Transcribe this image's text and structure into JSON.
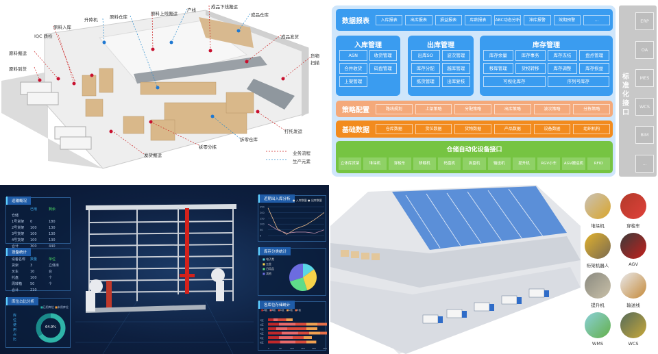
{
  "warehouse_map": {
    "labels": {
      "lift": "升降机",
      "raw_warehouse": "原料仓库",
      "raw_to_line": "原料上线搬运",
      "production_line": "产线",
      "finished_offline": "成品下线搬运",
      "finished_warehouse": "成品仓库",
      "raw_inbound": "原料入库",
      "iqc": "IQC 质检",
      "raw_handling": "原料搬运",
      "raw_arrival": "原料到货",
      "finished_shipping": "成品发货",
      "goods_scan": "货物扫描",
      "pallet_ship": "打托发运",
      "piece_warehouse": "拆零仓库",
      "piece_picking": "拆零分拣",
      "ship_handling": "发货搬运"
    },
    "legend": [
      "业务流程",
      "生产元素"
    ]
  },
  "architecture": {
    "reports": {
      "title": "数据报表",
      "items": [
        "入库报表",
        "出库报表",
        "损益报表",
        "库龄报表",
        "ABC动态分析",
        "滞库报警",
        "效期预警",
        "..."
      ]
    },
    "inbound": {
      "title": "入库管理",
      "items": [
        "ASN",
        "收货管理",
        "合并收货",
        "码盘管理",
        "上架管理"
      ]
    },
    "outbound": {
      "title": "出库管理",
      "items": [
        "出库SO",
        "波次管理",
        "库存分配",
        "越库管理",
        "拣货管理",
        "出库复核"
      ]
    },
    "inventory": {
      "title": "库存管理",
      "items": [
        "库存余量",
        "库存事务",
        "库存冻结",
        "盘点管理",
        "移库管理",
        "货权转移",
        "库存调整",
        "库存损益"
      ],
      "wide_items": [
        "可视化库存",
        "序列号库存"
      ]
    },
    "strategy": {
      "title": "策略配置",
      "items": [
        "路线规划",
        "上架策略",
        "分配策略",
        "出库策略",
        "波次策略",
        "分拣策略"
      ]
    },
    "base_data": {
      "title": "基础数据",
      "items": [
        "仓库数据",
        "货位数据",
        "货物数据",
        "产品数据",
        "设备数据",
        "组织机构"
      ]
    },
    "automation": {
      "title": "仓储自动化设备接口",
      "items": [
        "立体库货架",
        "堆垛机",
        "穿梭车",
        "移载机",
        "码盘机",
        "拆盘机",
        "输送机",
        "提升机",
        "RGV小车",
        "AGV搬运机",
        "RFID"
      ]
    },
    "interface": {
      "title": "标准化接口",
      "items": [
        "ERP",
        "OA",
        "MES",
        "WCS",
        "BIM",
        "..."
      ]
    },
    "colors": {
      "blue": "#3a9cf0",
      "peach": "#f4a97a",
      "orange": "#f28b1e",
      "green": "#76c442"
    }
  },
  "dashboard": {
    "panel1": {
      "title": "运输概况",
      "header": [
        "",
        "已用",
        "剩余"
      ],
      "rows": [
        [
          "仓储",
          "",
          ""
        ],
        [
          "1号货架",
          "0",
          "180"
        ],
        [
          "2号货架",
          "100",
          "130"
        ],
        [
          "3号货架",
          "100",
          "130"
        ],
        [
          "4号货架",
          "100",
          "130"
        ],
        [
          "合计",
          "300",
          "440"
        ]
      ]
    },
    "panel2": {
      "title": "设备统计",
      "header": [
        "设备名称",
        "数量",
        "单位"
      ],
      "rows": [
        [
          "货架",
          "3",
          "立体库"
        ],
        [
          "叉车",
          "10",
          "台"
        ],
        [
          "托盘",
          "100",
          "个"
        ],
        [
          "周转箱",
          "50",
          "个"
        ],
        [
          "合计",
          "210",
          ""
        ]
      ]
    },
    "panel3": {
      "title": "库位占比分析",
      "legend": [
        "已用库位",
        "未用库位"
      ],
      "side_text": "库位使用占比",
      "value_label": "64.9%",
      "value": 64.9
    },
    "chart1": {
      "title": "近期出入库分析",
      "legend": [
        "入库数量",
        "出库数量"
      ],
      "yticks": [
        "0",
        "50",
        "100",
        "150",
        "200",
        "250"
      ],
      "series": [
        {
          "name": "入库数量",
          "values": [
            240,
            60,
            10,
            60,
            90,
            140,
            200
          ]
        },
        {
          "name": "出库数量",
          "values": [
            100,
            50,
            20,
            30,
            30,
            20,
            50
          ]
        }
      ]
    },
    "chart2": {
      "title": "库存分类统计",
      "legend": [
        "电子类",
        "五金",
        "日用品",
        "其他"
      ],
      "slices": [
        {
          "label": "电子类",
          "value": 15
        },
        {
          "label": "五金",
          "value": 30
        },
        {
          "label": "日用品",
          "value": 25
        },
        {
          "label": "其他",
          "value": 30
        }
      ]
    },
    "chart3": {
      "title": "各库位存储统计",
      "legend": [
        "A区",
        "B区",
        "C区",
        "D区",
        "E区"
      ],
      "rows": [
        "1区",
        "2区",
        "3区",
        "4区",
        "5区",
        "6区"
      ],
      "xticks": [
        "0",
        "50",
        "100",
        "150",
        "200",
        "250"
      ]
    }
  },
  "equipment": {
    "items": [
      "堆垛机",
      "穿梭车",
      "桁架机器人",
      "AGV",
      "提升机",
      "输送线",
      "WMS",
      "WCS"
    ]
  }
}
